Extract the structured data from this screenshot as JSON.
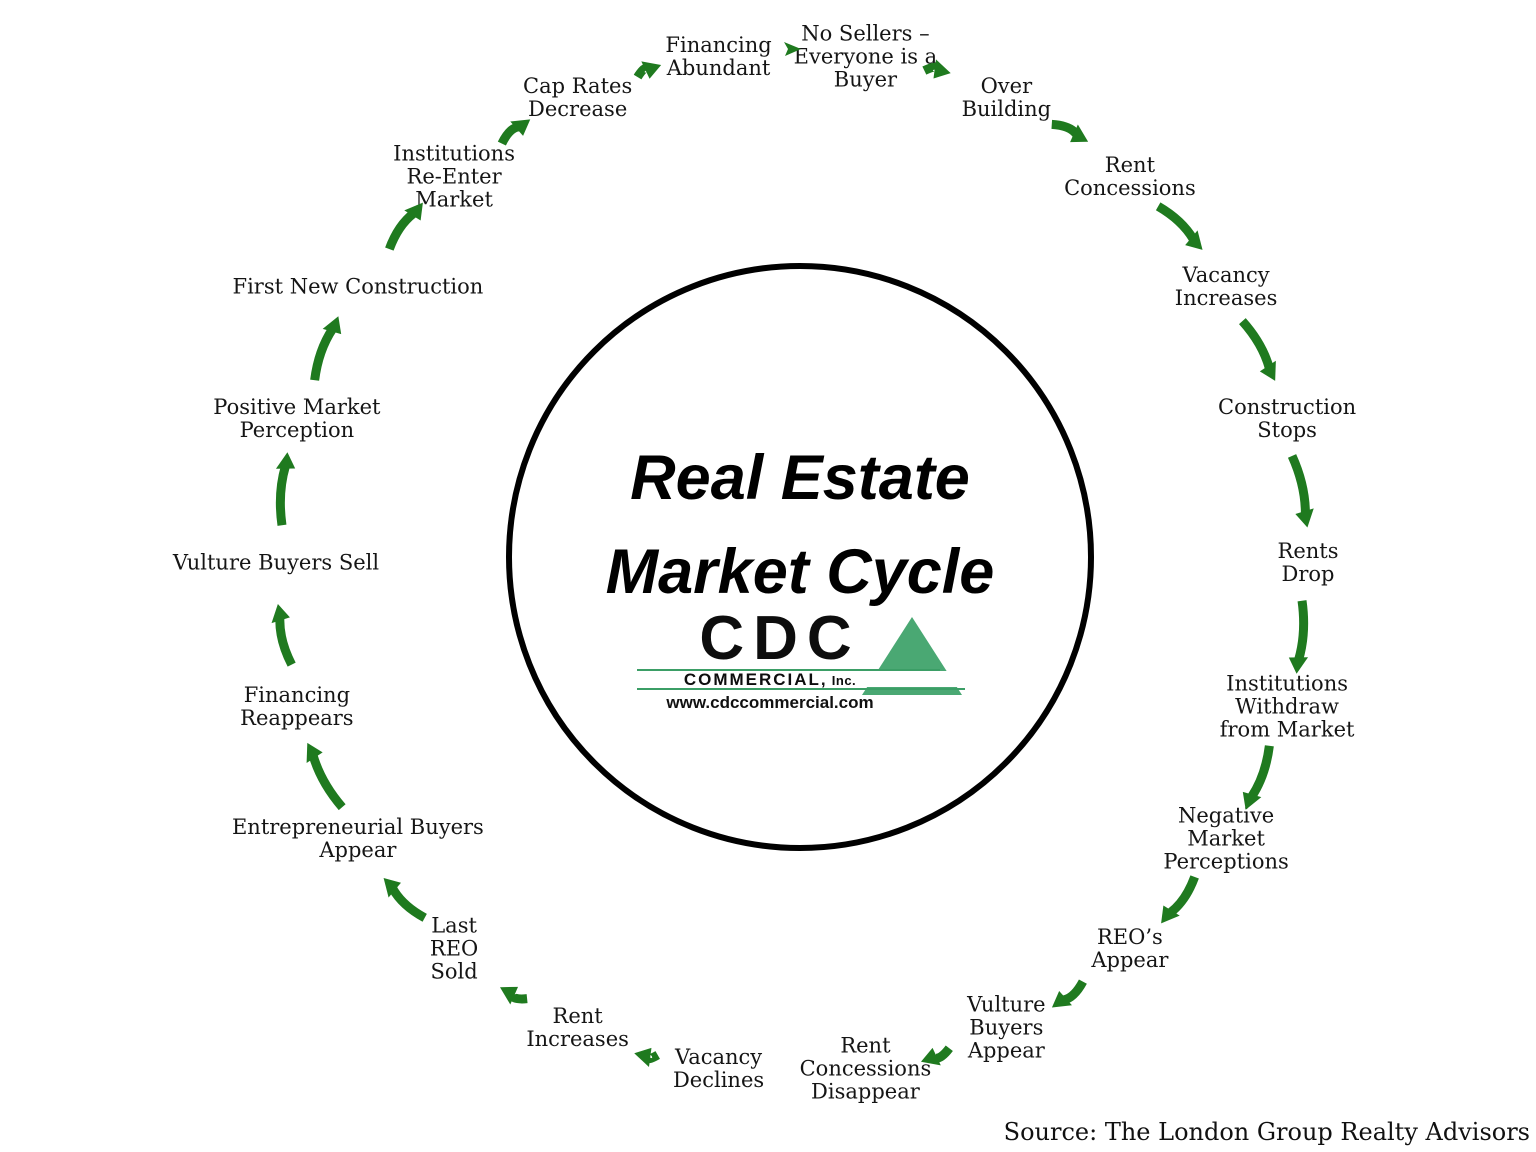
{
  "title": {
    "line1": "Real Estate",
    "line2": "Market Cycle"
  },
  "logo": {
    "brand": "CDC",
    "subtitle_main": "COMMERCIAL,",
    "subtitle_suffix": " Inc.",
    "website": "www.cdccommercial.com"
  },
  "source_note": "Source: The London Group Realty Advisors",
  "colors": {
    "arrow_green": "#1f7a1f",
    "logo_triangle_green": "#4aa873",
    "logo_line_green": "#3b9e66",
    "text_black": "#151515"
  },
  "cycle": {
    "stages": [
      "No Sellers –\nEveryone is a\nBuyer",
      "Over\nBuilding",
      "Rent\nConcessions",
      "Vacancy\nIncreases",
      "Construction\nStops",
      "Rents\nDrop",
      "Institutions\nWithdraw\nfrom Market",
      "Negative\nMarket\nPerceptions",
      "REO’s\nAppear",
      "Vulture\nBuyers\nAppear",
      "Rent\nConcessions\nDisappear",
      "Vacancy\nDeclines",
      "Rent\nIncreases",
      "Last\nREO\nSold",
      "Entrepreneurial Buyers\nAppear",
      "Financing\nReappears",
      "Vulture Buyers Sell",
      "Positive Market\nPerception",
      "First New Construction",
      "Institutions\nRe-Enter\nMarket",
      "Cap Rates\nDecrease",
      "Financing\nAbundant"
    ],
    "arrows": [
      {
        "from": 0,
        "to": 1,
        "scale": 0.55
      },
      {
        "from": 1,
        "to": 2,
        "scale": 0.8
      },
      {
        "from": 2,
        "to": 3,
        "scale": 1.2
      },
      {
        "from": 3,
        "to": 4,
        "scale": 1.3
      },
      {
        "from": 4,
        "to": 5,
        "scale": 1.4
      },
      {
        "from": 5,
        "to": 6,
        "scale": 1.4
      },
      {
        "from": 6,
        "to": 7,
        "scale": 1.3
      },
      {
        "from": 7,
        "to": 8,
        "scale": 1.1
      },
      {
        "from": 8,
        "to": 9,
        "scale": 0.8
      },
      {
        "from": 9,
        "to": 10,
        "scale": 0.65
      },
      {
        "from": 11,
        "to": 12,
        "scale": 0.5
      },
      {
        "from": 12,
        "to": 13,
        "scale": 0.6
      },
      {
        "from": 13,
        "to": 14,
        "scale": 1.1
      },
      {
        "from": 14,
        "to": 15,
        "scale": 1.4
      },
      {
        "from": 15,
        "to": 16,
        "scale": 1.2
      },
      {
        "from": 16,
        "to": 17,
        "scale": 1.4
      },
      {
        "from": 17,
        "to": 18,
        "scale": 1.3
      },
      {
        "from": 18,
        "to": 19,
        "scale": 1.1
      },
      {
        "from": 19,
        "to": 20,
        "scale": 0.75
      },
      {
        "from": 20,
        "to": 21,
        "scale": 0.55
      },
      {
        "from": 21,
        "to": 0,
        "scale": 0.35
      }
    ]
  }
}
